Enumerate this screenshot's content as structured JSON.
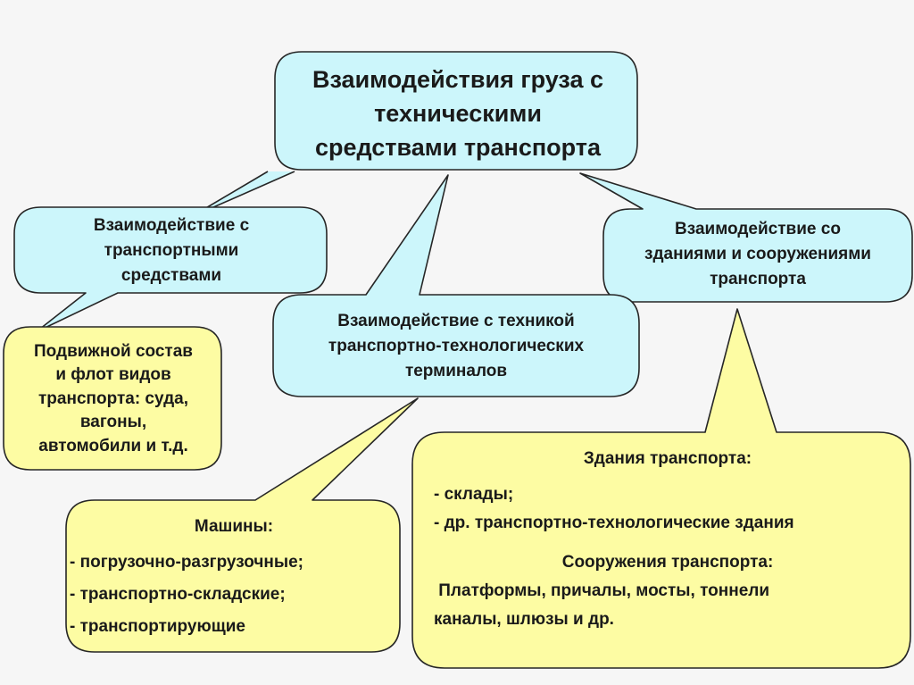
{
  "diagram": {
    "main": {
      "lines": [
        "Взаимодействия груза с",
        "техническими",
        "средствами транспорта"
      ]
    },
    "vehicles": {
      "lines": [
        "Взаимодействие с",
        "транспортными",
        "средствами"
      ]
    },
    "buildings": {
      "lines": [
        "Взаимодействие со",
        "зданиями и сооружениями",
        "транспорта"
      ]
    },
    "terminals": {
      "lines": [
        "Взаимодействие с техникой",
        "транспортно-технологических",
        "терминалов"
      ]
    },
    "rolling_stock": {
      "lines": [
        "Подвижной состав",
        "и флот видов",
        "транспорта: суда,",
        "вагоны,",
        "автомобили и т.д."
      ]
    },
    "machines": {
      "heading": "Машины:",
      "items": [
        "- погрузочно-разгрузочные;",
        "- транспортно-складские;",
        "- транспортирующие"
      ]
    },
    "buildings_list": {
      "heading": "Здания транспорта:",
      "items": [
        "- склады;",
        "- др. транспортно-технологические здания"
      ],
      "heading2": "Сооружения транспорта:",
      "items2": [
        " Платформы, причалы, мосты, тоннели",
        "каналы, шлюзы и др."
      ]
    }
  },
  "colors": {
    "blue_fill": "#ccf6fb",
    "yellow_fill": "#fdfca3",
    "outline": "#262626"
  }
}
